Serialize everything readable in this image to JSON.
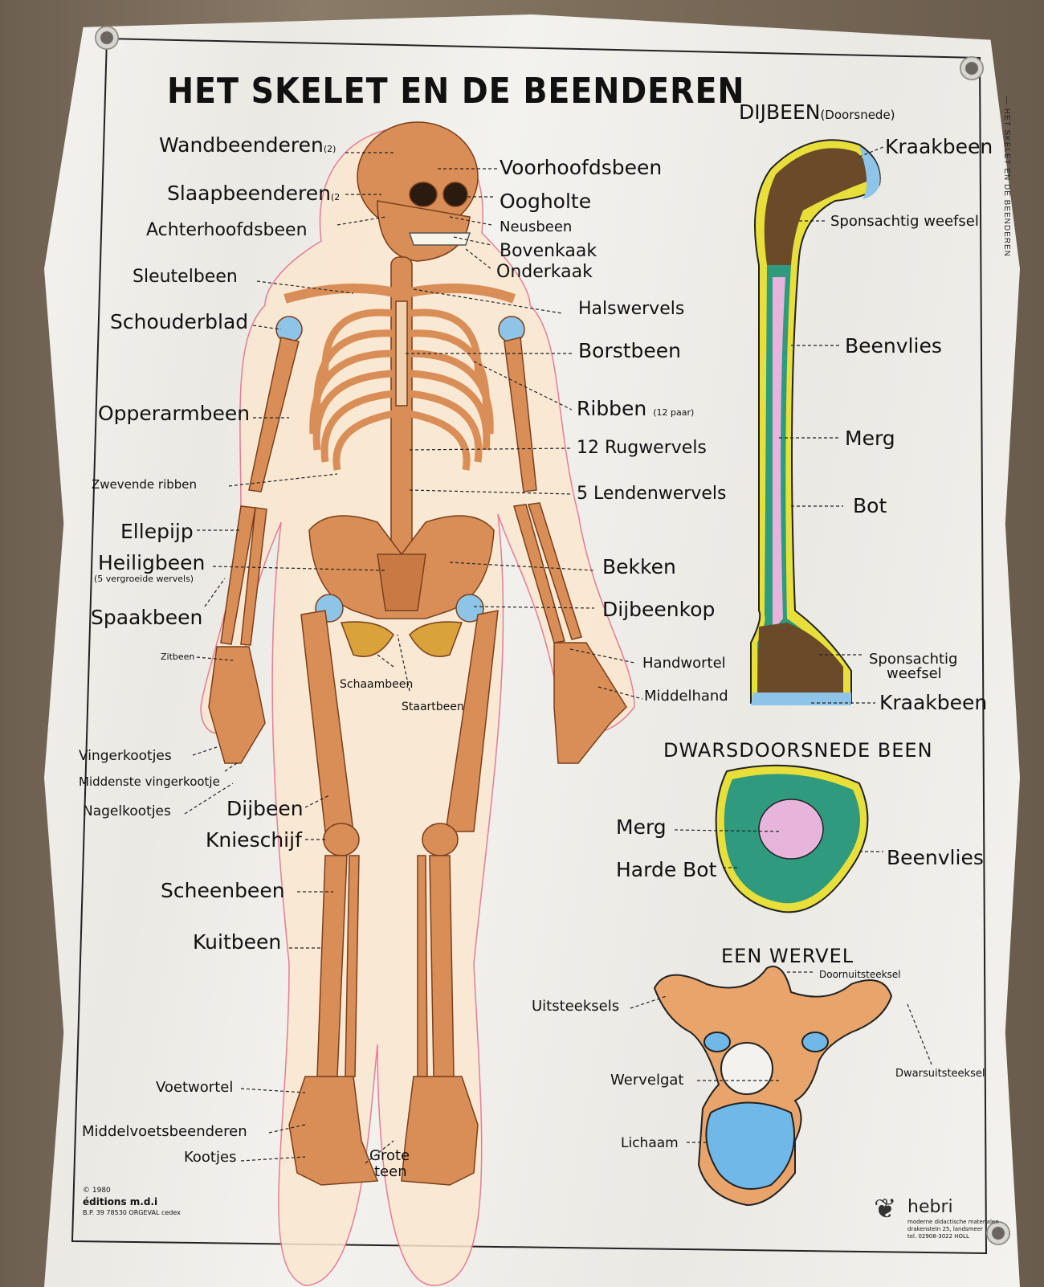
{
  "poster": {
    "title": "HET SKELET EN DE BEENDEREN",
    "side_text": "— HET SKELET EN DE BEENDEREN"
  },
  "skeleton_labels": {
    "wandbeenderen": "Wandbeenderen",
    "wandbeenderen_count": "(2)",
    "slaapbeenderen": "Slaapbeenderen",
    "slaapbeenderen_count": "(2",
    "achterhoofdsbeen": "Achterhoofdsbeen",
    "sleutelbeen": "Sleutelbeen",
    "schouderblad": "Schouderblad",
    "opperarmbeen": "Opperarmbeen",
    "zwevende_ribben": "Zwevende ribben",
    "ellepijp": "Ellepijp",
    "heiligbeen": "Heiligbeen",
    "heiligbeen_note": "(5 vergroeide wervels)",
    "spaakbeen": "Spaakbeen",
    "zitbeen": "Zitbeen",
    "schaambeen": "Schaambeen",
    "staartbeen": "Staartbeen",
    "vingerkootjes": "Vingerkootjes",
    "middenste_vingerkootje": "Middenste vingerkootje",
    "nagelkootjes": "Nagelkootjes",
    "dijbeen": "Dijbeen",
    "knieschijf": "Knieschijf",
    "scheenbeen": "Scheenbeen",
    "kuitbeen": "Kuitbeen",
    "voetwortel": "Voetwortel",
    "middelvoetsbeenderen": "Middelvoetsbeenderen",
    "kootjes": "Kootjes",
    "grote_teen_1": "Grote",
    "grote_teen_2": "teen",
    "voorhoofdsbeen": "Voorhoofdsbeen",
    "oogholte": "Oogholte",
    "neusbeen": "Neusbeen",
    "bovenkaak": "Bovenkaak",
    "onderkaak": "Onderkaak",
    "halswervels": "Halswervels",
    "borstbeen": "Borstbeen",
    "ribben": "Ribben",
    "ribben_note": "(12 paar)",
    "rugwervels": "12 Rugwervels",
    "lendenwervels": "5 Lendenwervels",
    "bekken": "Bekken",
    "dijbeenkop": "Dijbeenkop",
    "handwortel": "Handwortel",
    "middelhand": "Middelhand"
  },
  "femur": {
    "heading": "DIJBEEN",
    "heading_note": "(Doorsnede)",
    "kraakbeen_top": "Kraakbeen",
    "sponsachtig_top": "Sponsachtig weefsel",
    "beenvlies": "Beenvlies",
    "merg": "Merg",
    "bot": "Bot",
    "sponsachtig_bottom_1": "Sponsachtig",
    "sponsachtig_bottom_2": "weefsel",
    "kraakbeen_bottom": "Kraakbeen"
  },
  "cross_section": {
    "heading": "DWARSDOORSNEDE BEEN",
    "merg": "Merg",
    "harde_bot": "Harde Bot",
    "beenvlies": "Beenvlies"
  },
  "vertebra": {
    "heading": "EEN WERVEL",
    "doornuitsteeksel": "Doornuitsteeksel",
    "uitsteeksels": "Uitsteeksels",
    "dwarsuitsteeksel": "Dwarsuitsteeksel",
    "wervelgat": "Wervelgat",
    "lichaam": "Lichaam"
  },
  "publisher": {
    "copyright": "© 1980",
    "name": "éditions m.d.i",
    "address": "B.P. 39   78530 ORGEVAL cedex",
    "brand": "hebri",
    "brand_line1": "moderne didactische materialen",
    "brand_line2": "drakenstein 25, landsmeer",
    "brand_line3": "tel. 02908-3022     HOLL"
  },
  "colors": {
    "bone": "#d98e58",
    "bone_dark": "#8a4a22",
    "cartilage": "#8ec4e8",
    "marrow": "#e7b4dc",
    "spongy": "#6b4a2a",
    "periosteum": "#e8df3a",
    "compact": "#2f9a7e",
    "pubis": "#d9a23a",
    "paper": "#f3f2ee"
  }
}
